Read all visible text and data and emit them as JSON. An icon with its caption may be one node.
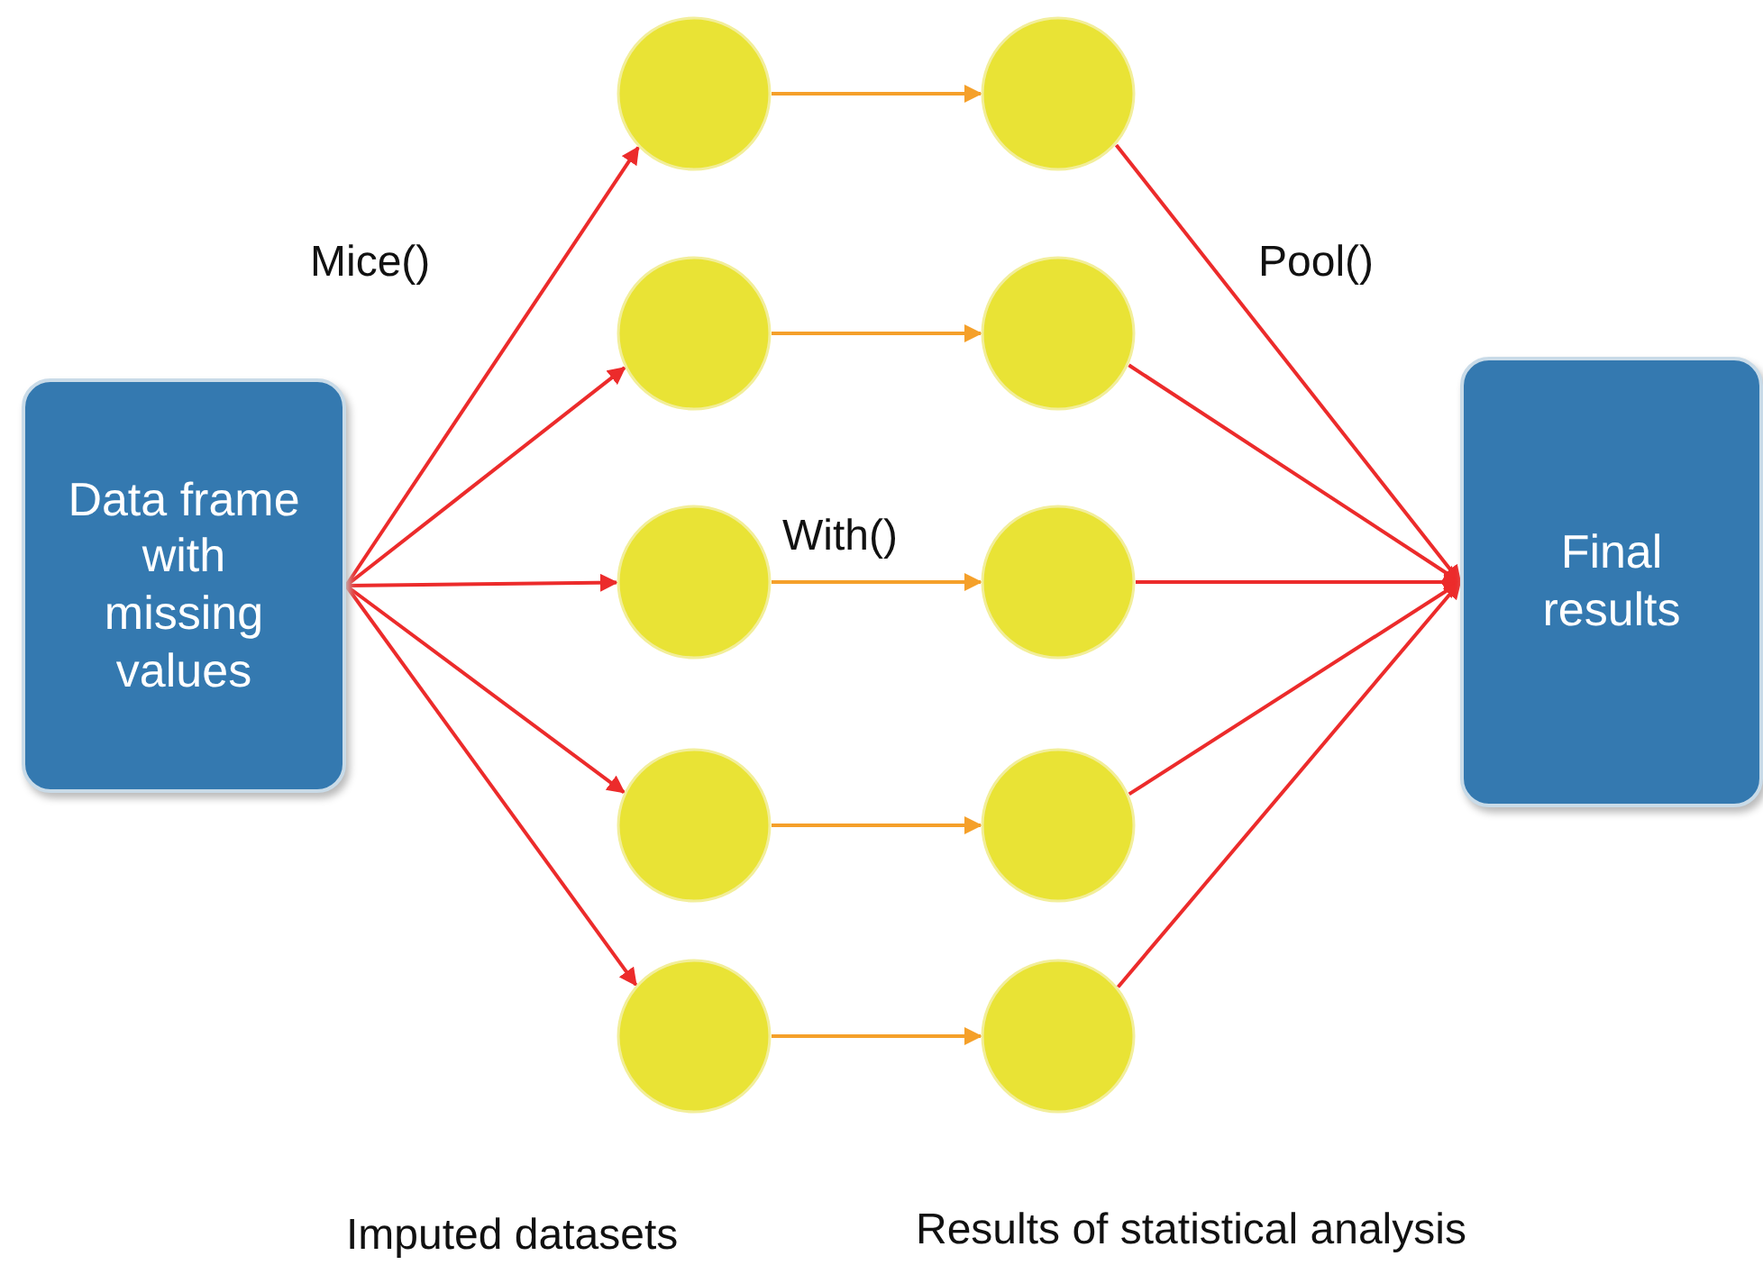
{
  "diagram": {
    "nodes": [
      {
        "text": [
          "Data frame with missing values"
        ]
      },
      {
        "text": [],
        "shape": "circle"
      },
      {
        "text": [],
        "shape": "circle"
      },
      {
        "text": [],
        "shape": "circle"
      },
      {
        "text": [],
        "shape": "circle"
      },
      {
        "text": [],
        "shape": "circle"
      },
      {
        "text": [],
        "shape": "circle"
      },
      {
        "text": [],
        "shape": "circle"
      },
      {
        "text": [],
        "shape": "circle"
      },
      {
        "text": [],
        "shape": "circle"
      },
      {
        "text": [],
        "shape": "circle"
      },
      {
        "text": [
          "Final results"
        ]
      }
    ],
    "edges": [
      {
        "from": 0,
        "to": 1,
        "arrow": "to"
      },
      {
        "from": 0,
        "to": 2,
        "arrow": "to"
      },
      {
        "from": 0,
        "to": 3,
        "arrow": "to"
      },
      {
        "from": 0,
        "to": 4,
        "arrow": "to"
      },
      {
        "from": 0,
        "to": 5,
        "arrow": "to"
      },
      {
        "from": 1,
        "to": 6,
        "arrow": "to",
        "color": "#f5a02a"
      },
      {
        "from": 2,
        "to": 7,
        "arrow": "to",
        "color": "#f5a02a"
      },
      {
        "from": 3,
        "to": 8,
        "arrow": "to",
        "color": "#f5a02a"
      },
      {
        "from": 4,
        "to": 9,
        "arrow": "to",
        "color": "#f5a02a"
      },
      {
        "from": 5,
        "to": 10,
        "arrow": "to",
        "color": "#f5a02a"
      },
      {
        "from": 6,
        "to": 11,
        "arrow": "to"
      },
      {
        "from": 7,
        "to": 11,
        "arrow": "to"
      },
      {
        "from": 8,
        "to": 11,
        "arrow": "to"
      },
      {
        "from": 9,
        "to": 11,
        "arrow": "to"
      },
      {
        "from": 10,
        "to": 11,
        "arrow": "to"
      }
    ],
    "labels": [
      "Mice()",
      "Pool()",
      "With()",
      "Imputed datasets",
      "Results of statistical analysis"
    ]
  }
}
